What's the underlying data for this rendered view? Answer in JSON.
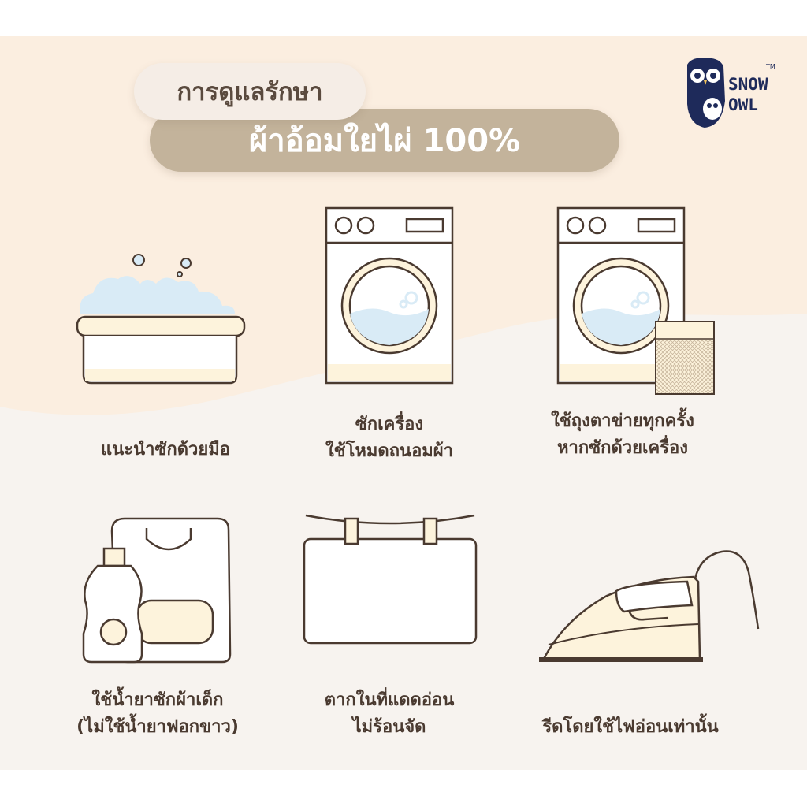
{
  "header": {
    "title_top": "การดูแลรักษา",
    "title_main": "ผ้าอ้อมใยไผ่ 100%"
  },
  "brand": {
    "line1": "SNOW",
    "line2": "OWL",
    "tm": "TM"
  },
  "captions": {
    "hand_wash": "แนะนำซักด้วยมือ",
    "machine_wash": [
      "ซักเครื่อง",
      "ใช้โหมดถนอมผ้า"
    ],
    "laundry_bag": [
      "ใช้ถุงตาข่ายทุกครั้ง",
      "หากซักด้วยเครื่อง"
    ],
    "detergent": [
      "ใช้น้ำยาซักผ้าเด็ก",
      "(ไม่ใช้น้ำยาฟอกขาว)"
    ],
    "dry": [
      "ตากในที่แดดอ่อน",
      "ไม่ร้อนจัด"
    ],
    "iron": "รีดโดยใช้ไฟอ่อนเท่านั้น"
  },
  "colors": {
    "background": "#f7f3ef",
    "wave": "#fbeee0",
    "pill_main": "#c3b39b",
    "outline": "#4a3a30",
    "water": "#d9ebf6",
    "cream": "#fdf3dc",
    "brand": "#1e2a5a"
  },
  "icons": [
    "washing-basin-icon",
    "washing-machine-icon",
    "washing-machine-with-mesh-bag-icon",
    "detergent-bottles-icon",
    "clothesline-icon",
    "iron-icon"
  ]
}
